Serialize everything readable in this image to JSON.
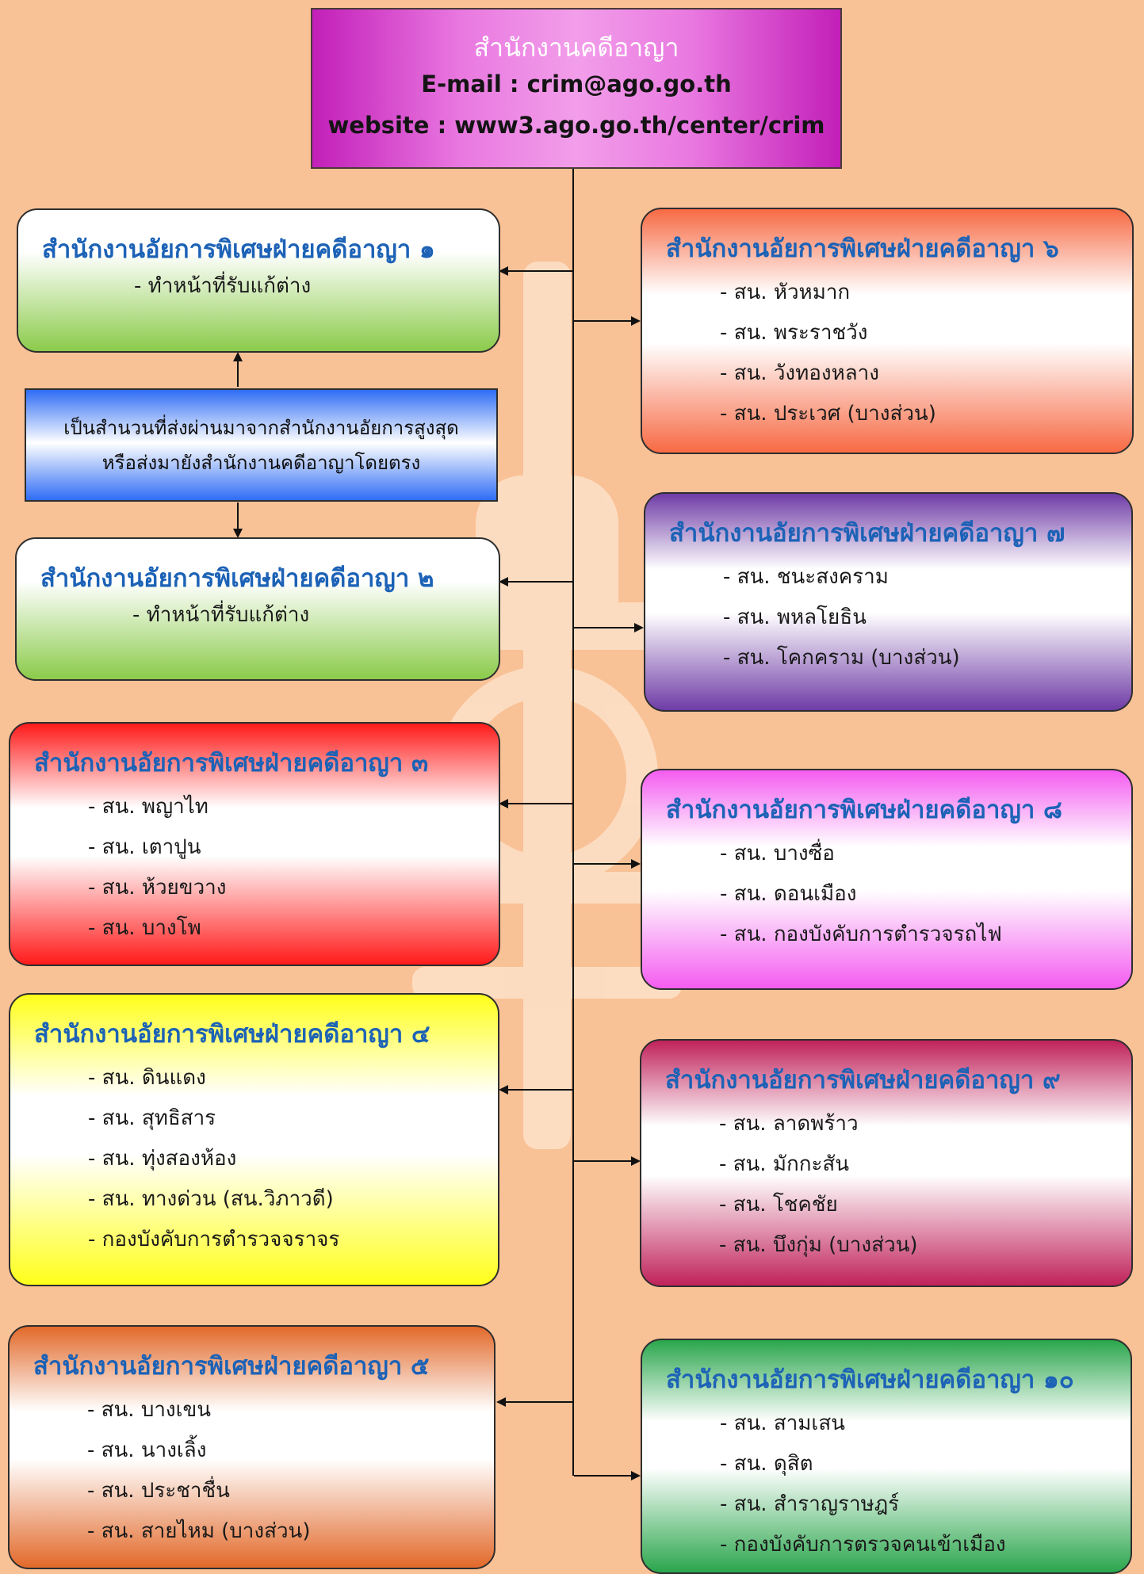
{
  "header": {
    "title": "สำนักงานคดีอาญา",
    "email_line": "E-mail : crim@ago.go.th",
    "website_line": "website : www3.ago.go.th/center/crim"
  },
  "note": {
    "line1": "เป็นสำนวนที่ส่งผ่านมาจากสำนักงานอัยการสูงสุด",
    "line2": "หรือส่งมายังสำนักงานคดีอาญาโดยตรง"
  },
  "offices": [
    {
      "title": "สำนักงานอัยการพิเศษฝ่ายคดีอาญา ๑",
      "items": [],
      "desc": "- ทำหน้าที่รับแก้ต่าง",
      "color_top": "#ffffff",
      "color_bottom": "#8bcb4a"
    },
    {
      "title": "สำนักงานอัยการพิเศษฝ่ายคดีอาญา ๒",
      "items": [],
      "desc": "- ทำหน้าที่รับแก้ต่าง",
      "color_top": "#ffffff",
      "color_bottom": "#8bcb4a"
    },
    {
      "title": "สำนักงานอัยการพิเศษฝ่ายคดีอาญา ๓",
      "items": [
        "- สน. พญาไท",
        "- สน. เตาปูน",
        "- สน. ห้วยขวาง",
        "- สน. บางโพ"
      ],
      "color_top": "#ff1a1a",
      "color_bottom": "#ff1a1a"
    },
    {
      "title": "สำนักงานอัยการพิเศษฝ่ายคดีอาญา ๔",
      "items": [
        "- สน. ดินแดง",
        "- สน. สุทธิสาร",
        "- สน. ทุ่งสองห้อง",
        "- สน. ทางด่วน (สน.วิภาวดี)",
        "- กองบังคับการตำรวจจราจร"
      ],
      "color_top": "#ffff1a",
      "color_bottom": "#ffff1a"
    },
    {
      "title": "สำนักงานอัยการพิเศษฝ่ายคดีอาญา ๕",
      "items": [
        "- สน. บางเขน",
        "- สน. นางเลิ้ง",
        "- สน. ประชาชื่น",
        "- สน. สายไหม (บางส่วน)"
      ],
      "color_top": "#e2692a",
      "color_bottom": "#e2692a"
    },
    {
      "title": "สำนักงานอัยการพิเศษฝ่ายคดีอาญา ๖",
      "items": [
        "- สน. หัวหมาก",
        "- สน. พระราชวัง",
        "- สน. วังทองหลาง",
        "- สน. ประเวศ (บางส่วน)"
      ],
      "color_top": "#f76a44",
      "color_bottom": "#f76a44"
    },
    {
      "title": "สำนักงานอัยการพิเศษฝ่ายคดีอาญา ๗",
      "items": [
        "- สน. ชนะสงคราม",
        "- สน. พหลโยธิน",
        "- สน. โคกคราม (บางส่วน)"
      ],
      "color_top": "#6f3ca6",
      "color_bottom": "#6f3ca6"
    },
    {
      "title": "สำนักงานอัยการพิเศษฝ่ายคดีอาญา ๘",
      "items": [
        "- สน. บางซื่อ",
        "- สน. ดอนเมือง",
        "- สน. กองบังคับการตำรวจรถไฟ"
      ],
      "color_top": "#f45cf0",
      "color_bottom": "#f45cf0"
    },
    {
      "title": "สำนักงานอัยการพิเศษฝ่ายคดีอาญา ๙",
      "items": [
        "- สน. ลาดพร้าว",
        "- สน. มักกะสัน",
        "- สน. โชคชัย",
        "- สน. บึงกุ่ม (บางส่วน)"
      ],
      "color_top": "#c0225a",
      "color_bottom": "#c0225a"
    },
    {
      "title": "สำนักงานอัยการพิเศษฝ่ายคดีอาญา ๑๐",
      "items": [
        "- สน. สามเสน",
        "- สน. ดุสิต",
        "- สน. สำราญราษฎร์",
        "- กองบังคับการตรวจคนเข้าเมือง"
      ],
      "color_top": "#2aa64c",
      "color_bottom": "#2aa64c"
    }
  ]
}
